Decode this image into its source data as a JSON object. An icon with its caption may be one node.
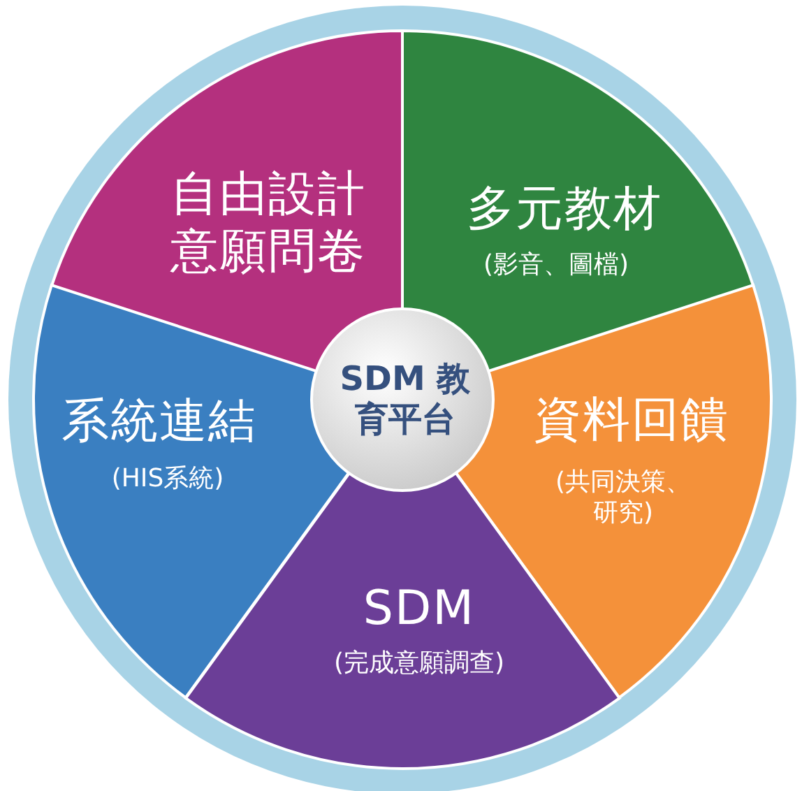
{
  "diagram": {
    "nodes": [
      {
        "text": [
          "自由設計意願問卷"
        ]
      },
      {
        "text": [
          "多元教材",
          "(影音、圖檔)"
        ]
      },
      {
        "text": [
          "系統連結",
          "(HIS系統)"
        ]
      },
      {
        "text": [
          "SDM 教育平台"
        ]
      },
      {
        "text": [
          "資料回饋",
          "(共同決策、研究)"
        ]
      },
      {
        "text": [
          "SDM",
          "(完成意願調查)"
        ]
      }
    ]
  }
}
